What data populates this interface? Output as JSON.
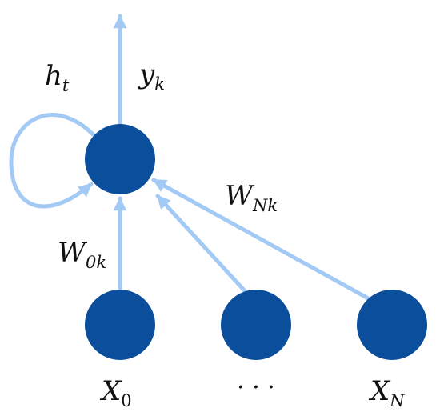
{
  "colors": {
    "node": "#0b4f9c",
    "edge": "#a3c9f5",
    "text": "#111111",
    "background": "#ffffff"
  },
  "labels": {
    "output": {
      "base": "y",
      "sub": "k"
    },
    "hidden_state": {
      "base": "h",
      "sub": "t"
    },
    "weight_first": {
      "base": "W",
      "sub": "0k"
    },
    "weight_last": {
      "base": "W",
      "sub": "Nk"
    },
    "input_first": {
      "base": "X",
      "sub": "0"
    },
    "input_ellipsis": "· · ·",
    "input_last": {
      "base": "X",
      "sub": "N"
    }
  }
}
